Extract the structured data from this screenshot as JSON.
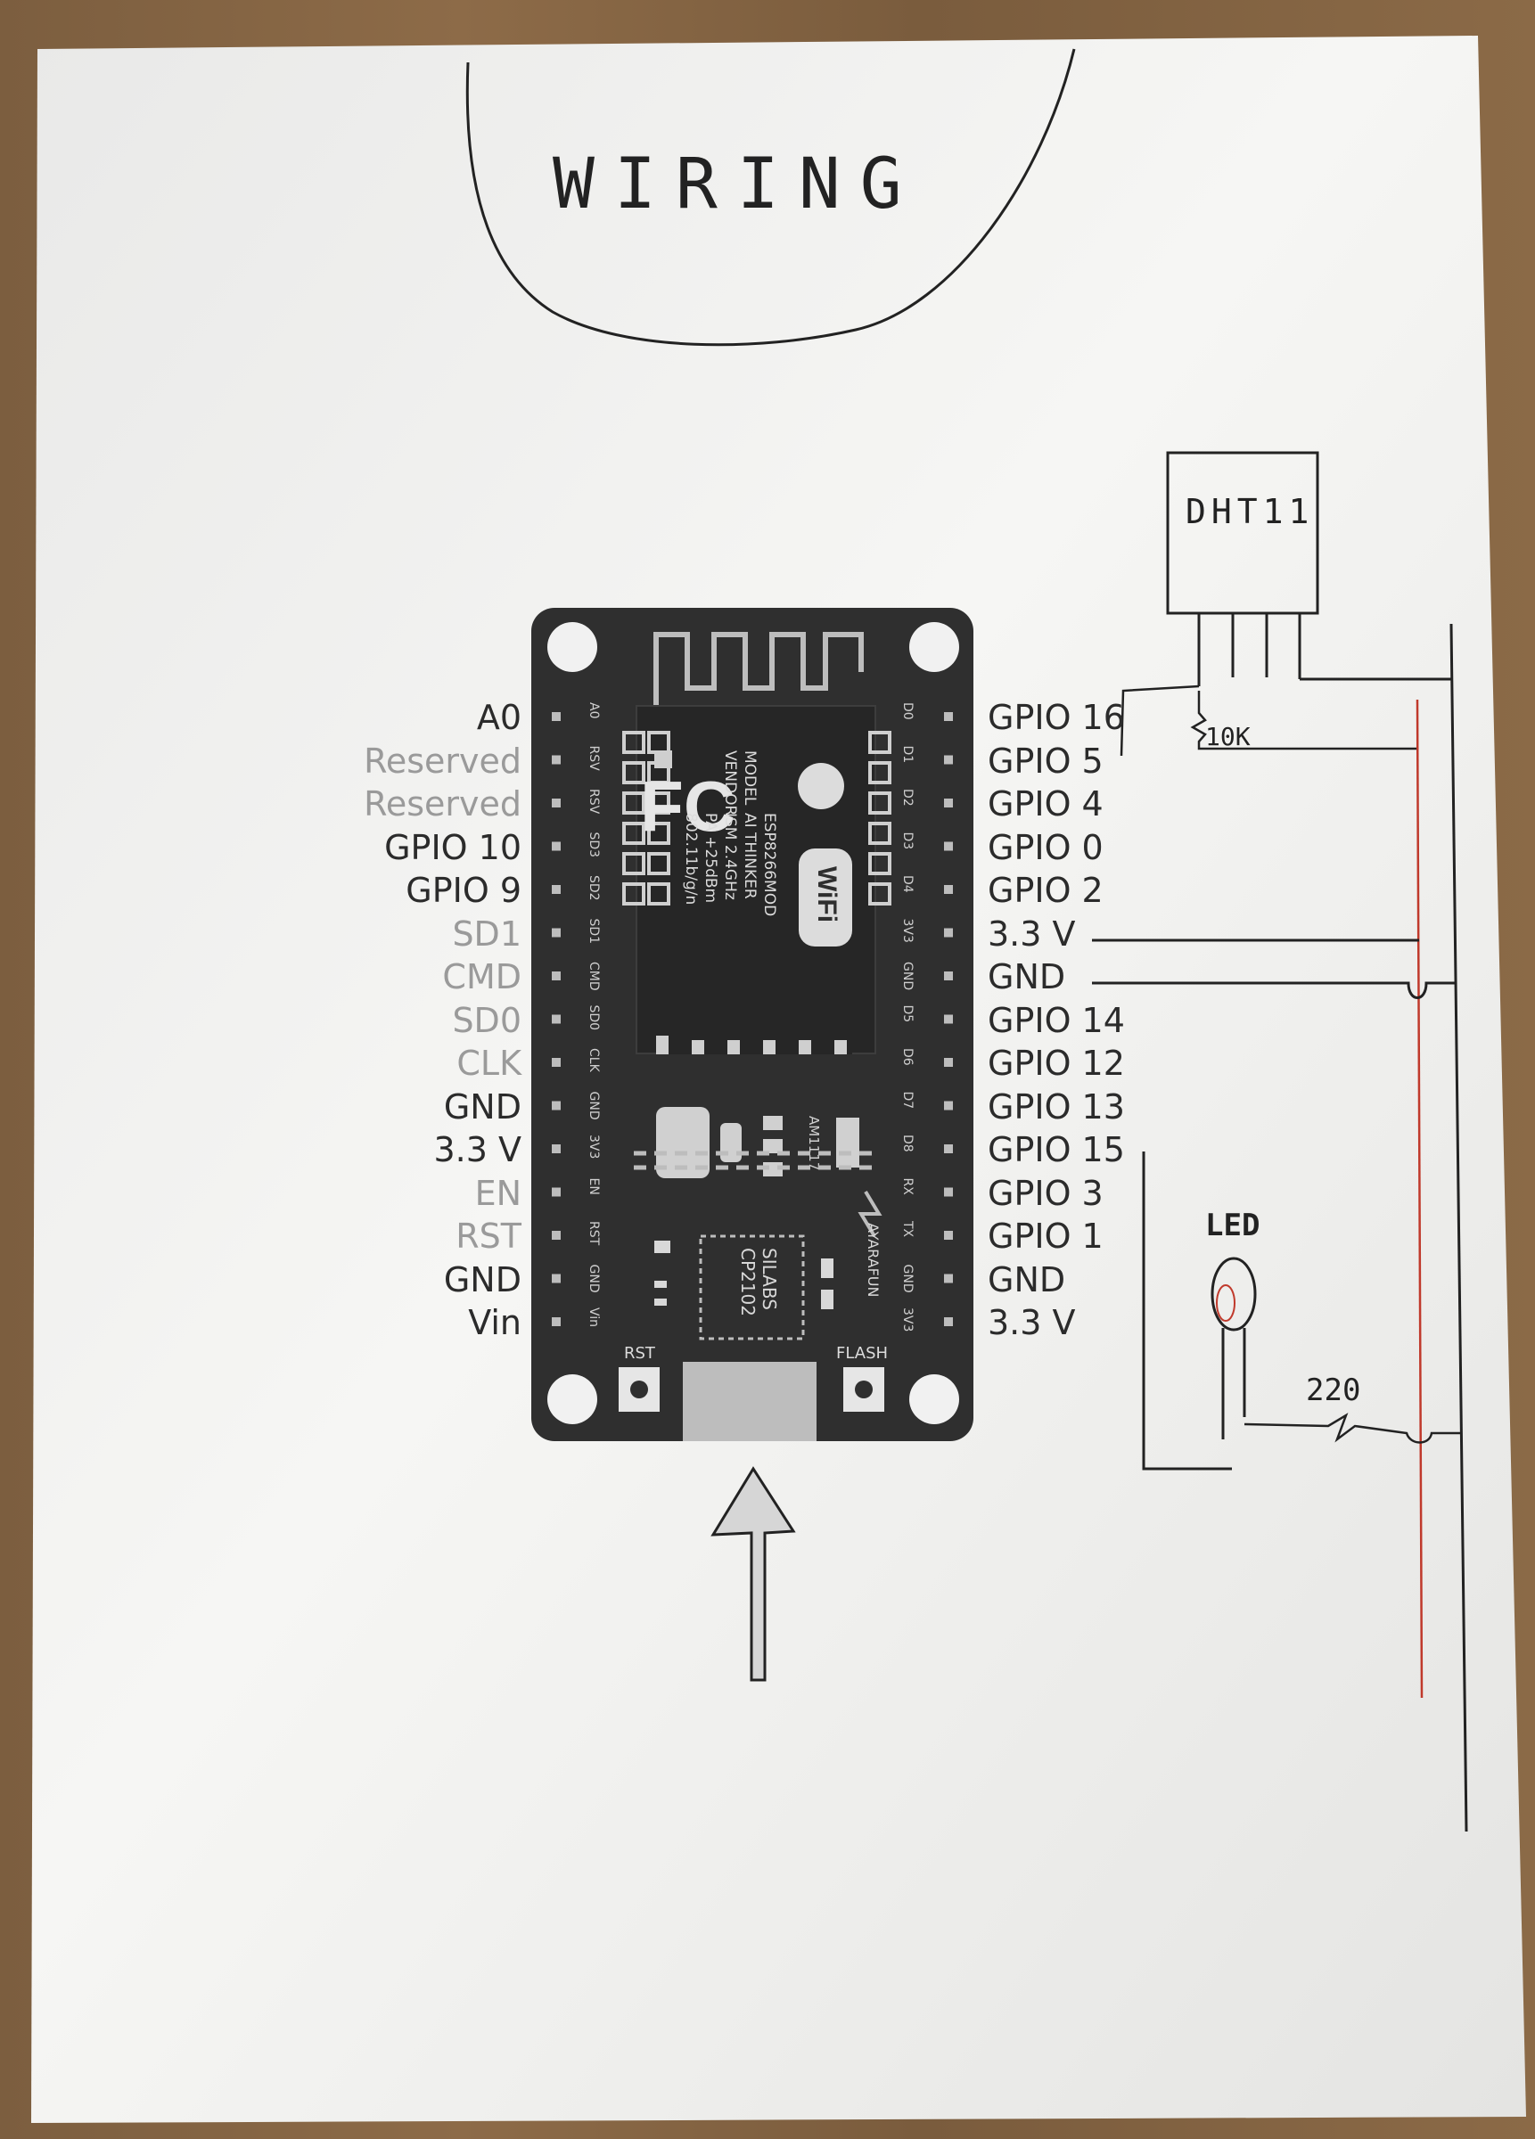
{
  "title": "WIRING",
  "sensor_label": "DHT11",
  "resistor_dht": "10K",
  "led_label": "LED",
  "resistor_led": "220",
  "board": {
    "silk_left": [
      "A0",
      "RSV",
      "RSV",
      "SD3",
      "SD2",
      "SD1",
      "CMD",
      "SD0",
      "CLK",
      "GND",
      "3V3",
      "EN",
      "RST",
      "GND",
      "Vin"
    ],
    "silk_right": [
      "D0",
      "D1",
      "D2",
      "D3",
      "D4",
      "3V3",
      "GND",
      "D5",
      "D6",
      "D7",
      "D8",
      "RX",
      "TX",
      "GND",
      "3V3"
    ],
    "module_text": [
      "MODEL",
      "VENDOR",
      "ISM 2.4GHz",
      "PA +25dBm",
      "802.11b/g/n"
    ],
    "module_values": [
      "ESP8266MOD",
      "AI THINKER"
    ],
    "fc_logo": "FC",
    "wifi_logo": "WiFi",
    "regulator": "AM1117",
    "usb_chip": [
      "SILABS",
      "CP2102"
    ],
    "brand": "AYARAFUN",
    "rst_label": "RST",
    "flash_label": "FLASH"
  },
  "left_pins": [
    {
      "text": "A0",
      "tone": "dark"
    },
    {
      "text": "Reserved",
      "tone": "grey"
    },
    {
      "text": "Reserved",
      "tone": "grey"
    },
    {
      "text": "GPIO 10",
      "tone": "dark"
    },
    {
      "text": "GPIO 9",
      "tone": "dark"
    },
    {
      "text": "SD1",
      "tone": "grey"
    },
    {
      "text": "CMD",
      "tone": "grey"
    },
    {
      "text": "SD0",
      "tone": "grey"
    },
    {
      "text": "CLK",
      "tone": "grey"
    },
    {
      "text": "GND",
      "tone": "dark"
    },
    {
      "text": "3.3 V",
      "tone": "dark"
    },
    {
      "text": "EN",
      "tone": "grey"
    },
    {
      "text": "RST",
      "tone": "grey"
    },
    {
      "text": "GND",
      "tone": "dark"
    },
    {
      "text": "Vin",
      "tone": "dark"
    }
  ],
  "right_pins": [
    "GPIO 16",
    "GPIO 5",
    "GPIO 4",
    "GPIO 0",
    "GPIO 2",
    "3.3 V",
    "GND",
    "GPIO 14",
    "GPIO 12",
    "GPIO 13",
    "GPIO 15",
    "GPIO 3",
    "GPIO 1",
    "GND",
    "3.3 V"
  ],
  "colors": {
    "paper": "#f4f4f2",
    "board": "#2f2f2f",
    "ink": "#222222",
    "red_rail": "#c0392b"
  }
}
